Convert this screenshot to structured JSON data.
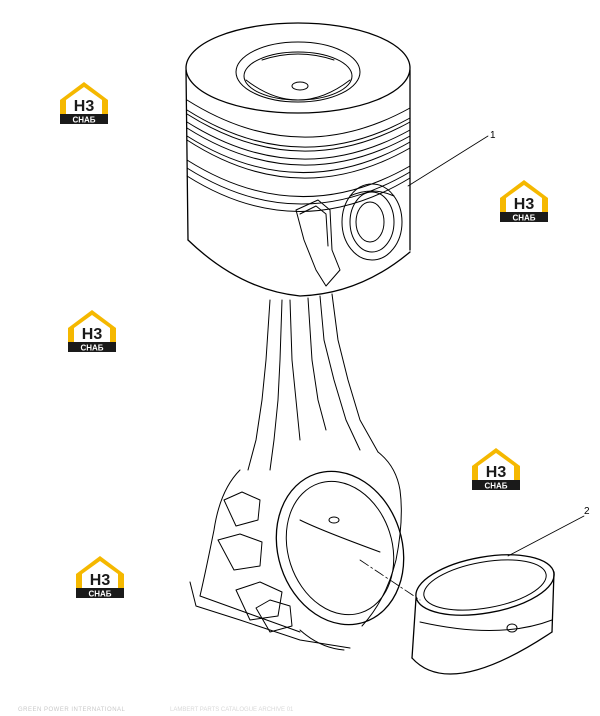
{
  "callouts": {
    "piston": "1",
    "bearing": "2"
  },
  "logo": {
    "letters": "H3",
    "caption": "СНАБ",
    "accent_color": "#f5b800",
    "dark_color": "#1a1a1a"
  },
  "footer": {
    "left_text": "GREEN POWER INTERNATIONAL",
    "right_text": "LAMBERT PARTS CATALOGUE ARCHIVE 01"
  }
}
